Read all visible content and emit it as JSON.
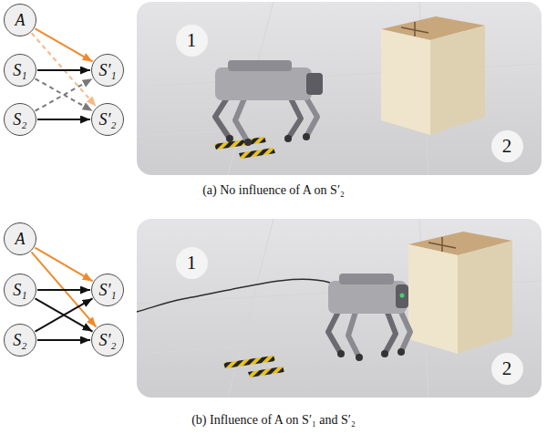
{
  "diagram": {
    "nodes": [
      {
        "text": [
          "A"
        ]
      },
      {
        "text": [
          "S₁"
        ]
      },
      {
        "text": [
          "S₂"
        ]
      },
      {
        "text": [
          "S′₁"
        ]
      },
      {
        "text": [
          "S′₂"
        ]
      },
      {
        "text": [
          "A"
        ]
      },
      {
        "text": [
          "S₁"
        ]
      },
      {
        "text": [
          "S₂"
        ]
      },
      {
        "text": [
          "S′₁"
        ]
      },
      {
        "text": [
          "S′₂"
        ]
      }
    ],
    "edges": [
      {
        "from": 0,
        "to": 3,
        "arrow": "to"
      },
      {
        "from": 0,
        "to": 4,
        "arrow": "to"
      },
      {
        "from": 1,
        "to": 3,
        "arrow": "to"
      },
      {
        "from": 1,
        "to": 4,
        "arrow": "to"
      },
      {
        "from": 2,
        "to": 3,
        "arrow": "to"
      },
      {
        "from": 2,
        "to": 4,
        "arrow": "to"
      },
      {
        "from": 5,
        "to": 8,
        "arrow": "to"
      },
      {
        "from": 5,
        "to": 9,
        "arrow": "to"
      },
      {
        "from": 6,
        "to": 8,
        "arrow": "to"
      },
      {
        "from": 6,
        "to": 9,
        "arrow": "to"
      },
      {
        "from": 7,
        "to": 8,
        "arrow": "to"
      },
      {
        "from": 7,
        "to": 9,
        "arrow": "to"
      }
    ],
    "labels": [
      "1",
      "2",
      "(a) No influence of A on S′₂",
      "1",
      "2",
      "(b) Influence of A on S′₁ and S′₂"
    ]
  }
}
